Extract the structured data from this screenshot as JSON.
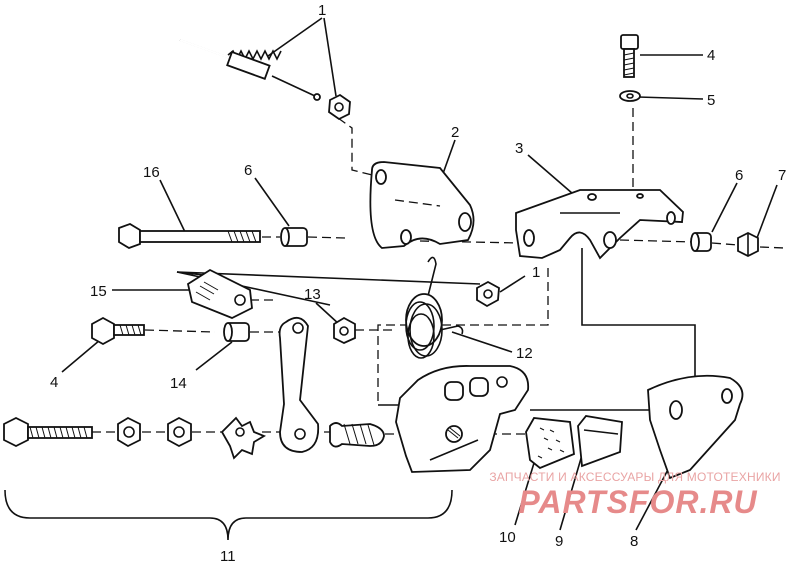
{
  "callouts": [
    "1",
    "2",
    "3",
    "4",
    "5",
    "6",
    "7",
    "16",
    "6",
    "1",
    "15",
    "13",
    "12",
    "4",
    "14",
    "10",
    "9",
    "8",
    "11"
  ],
  "watermark": {
    "line1": "ЗАПЧАСТИ И АКСЕССУАРЫ ДЛЯ МОТОТЕХНИКИ",
    "line2": "PARTSFOR.RU"
  }
}
